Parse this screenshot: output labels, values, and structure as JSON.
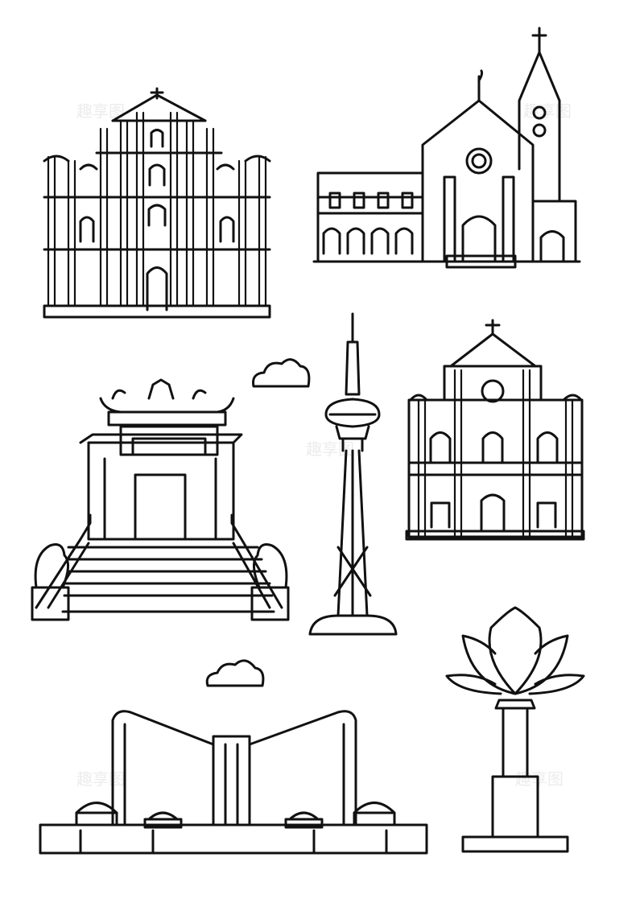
{
  "watermark": {
    "text": "趣享图",
    "color": "#e6e6e6"
  },
  "colors": {
    "line": "#111111",
    "background": "#ffffff"
  },
  "landmarks": [
    {
      "id": "ruins-of-st-pauls",
      "icon": "ruins-of-st-pauls-icon"
    },
    {
      "id": "st-lawrence-church",
      "icon": "church-icon"
    },
    {
      "id": "a-ma-temple-gate",
      "icon": "temple-gate-icon"
    },
    {
      "id": "macau-tower",
      "icon": "tower-icon"
    },
    {
      "id": "st-dominics-church",
      "icon": "cathedral-facade-icon"
    },
    {
      "id": "grand-lisboa-casino",
      "icon": "casino-building-icon"
    },
    {
      "id": "golden-lotus-statue",
      "icon": "lotus-icon"
    }
  ]
}
